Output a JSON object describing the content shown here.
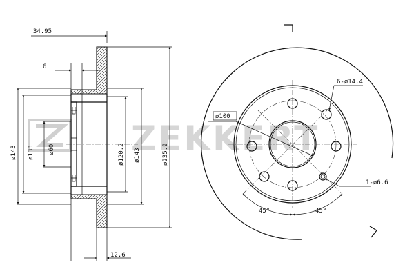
{
  "watermark": {
    "text": "ZEKKERT",
    "logo_icon": "zekkert-z-logo-icon"
  },
  "side_view": {
    "dims": {
      "overall_width": "34.95",
      "flange_thickness": "6",
      "disc_thickness": "12.6",
      "d_143_left": "ø143",
      "d_133": "ø133",
      "d_60": "ø60",
      "d_120_2": "ø120.2",
      "d_143_right": "ø143",
      "d_235_9": "ø235.9"
    }
  },
  "front_view": {
    "dims": {
      "bolt_holes": "6-ø14.4",
      "pitch_circle": "ø100",
      "small_hole": "1-ø6.6",
      "angle_left": "45°",
      "angle_right": "45°"
    }
  }
}
